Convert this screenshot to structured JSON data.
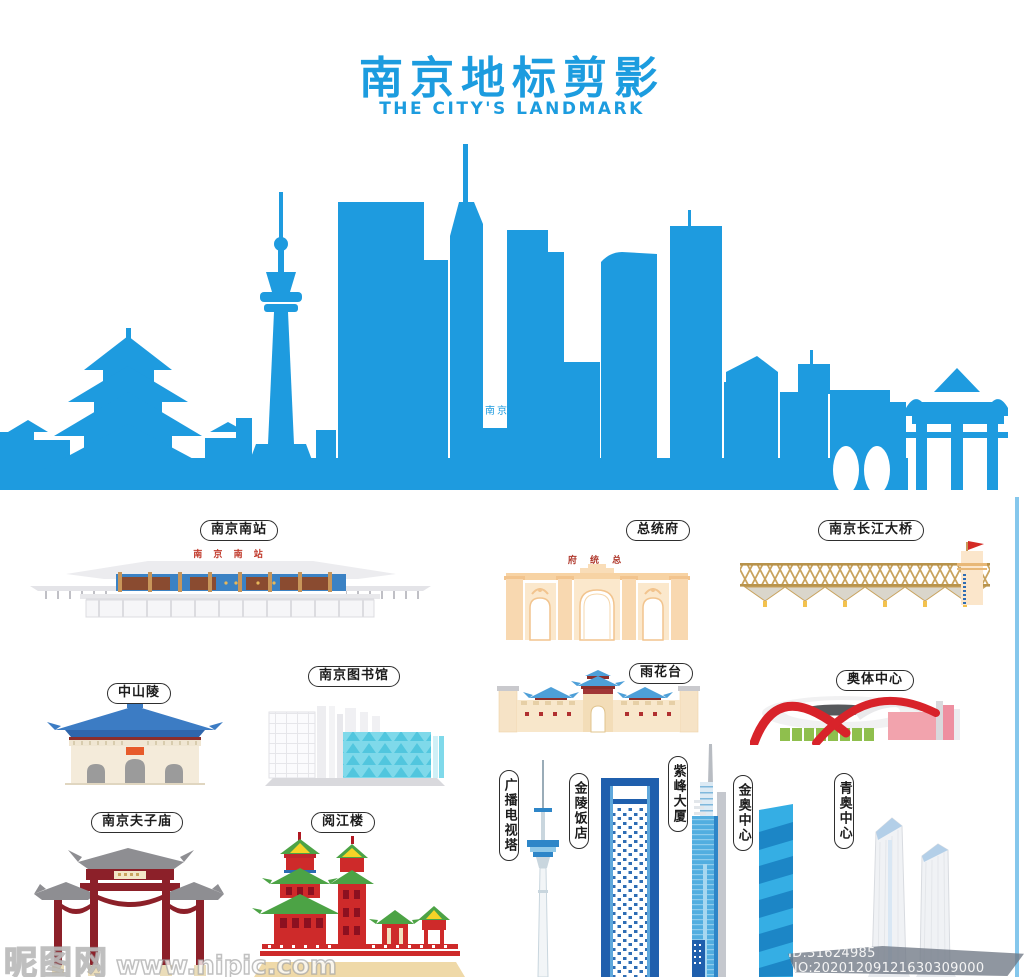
{
  "header": {
    "title": "南京地标剪影",
    "subtitle": "THE CITY'S LANDMARK",
    "title_color": "#1C9CDF"
  },
  "skyline": {
    "silhouette_color": "#1E9BDF",
    "inscription": "南京"
  },
  "landmarks": [
    {
      "id": "nanjing-south-station",
      "label": "南京南站",
      "sign_text": "南 京 南 站"
    },
    {
      "id": "presidential-palace",
      "label": "总统府",
      "sign_text": "府 统 总"
    },
    {
      "id": "yangtze-river-bridge",
      "label": "南京长江大桥"
    },
    {
      "id": "zhongshan-mausoleum",
      "label": "中山陵"
    },
    {
      "id": "nanjing-library",
      "label": "南京图书馆"
    },
    {
      "id": "yuhuatai",
      "label": "雨花台"
    },
    {
      "id": "olympic-sports-center",
      "label": "奥体中心"
    },
    {
      "id": "confucius-temple",
      "label": "南京夫子庙"
    },
    {
      "id": "yuejiang-tower",
      "label": "阅江楼"
    },
    {
      "id": "radio-tv-tower",
      "label": "广播电视塔"
    },
    {
      "id": "jinling-hotel",
      "label": "金陵饭店"
    },
    {
      "id": "zifeng-tower",
      "label": "紫峰大厦"
    },
    {
      "id": "jinao-center",
      "label": "金奥中心"
    },
    {
      "id": "youth-olympic-center",
      "label": "青奥中心"
    }
  ],
  "watermark": {
    "site_name": "昵图网",
    "site_url": "www.nipic.com",
    "stamp_text": "ID:31624985 NO:20201209121630309000"
  }
}
